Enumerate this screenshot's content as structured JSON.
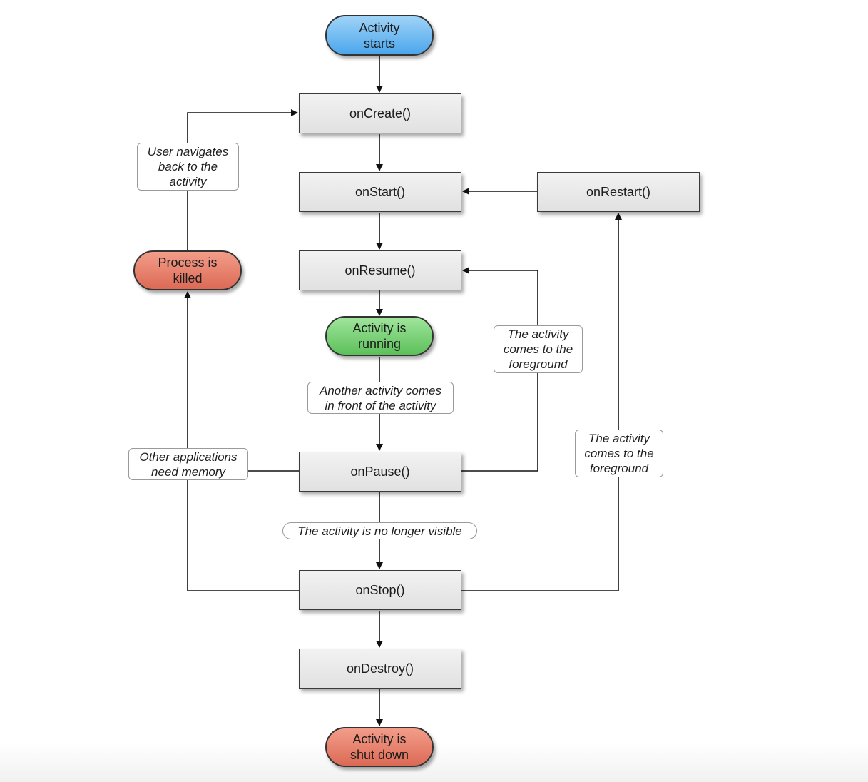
{
  "nodes": {
    "activity_starts": "Activity\nstarts",
    "on_create": "onCreate()",
    "on_start": "onStart()",
    "on_restart": "onRestart()",
    "on_resume": "onResume()",
    "activity_running": "Activity is\nrunning",
    "process_killed": "Process is\nkilled",
    "on_pause": "onPause()",
    "on_stop": "onStop()",
    "on_destroy": "onDestroy()",
    "activity_shut_down": "Activity is\nshut down"
  },
  "edge_labels": {
    "user_navigates_back": "User navigates\nback to the\nactivity",
    "another_activity": "Another activity comes\nin front of the activity",
    "comes_to_foreground_resume": "The activity\ncomes to the\nforeground",
    "comes_to_foreground_restart": "The activity\ncomes to the\nforeground",
    "other_apps_need_memory": "Other applications\nneed memory",
    "no_longer_visible": "The activity is no longer visible"
  },
  "colors": {
    "start_fill": "#6db8f0",
    "running_fill": "#76d173",
    "terminal_fill": "#e57d67",
    "method_fill": "#e8e8e8",
    "annotation_red": "#e02020"
  }
}
